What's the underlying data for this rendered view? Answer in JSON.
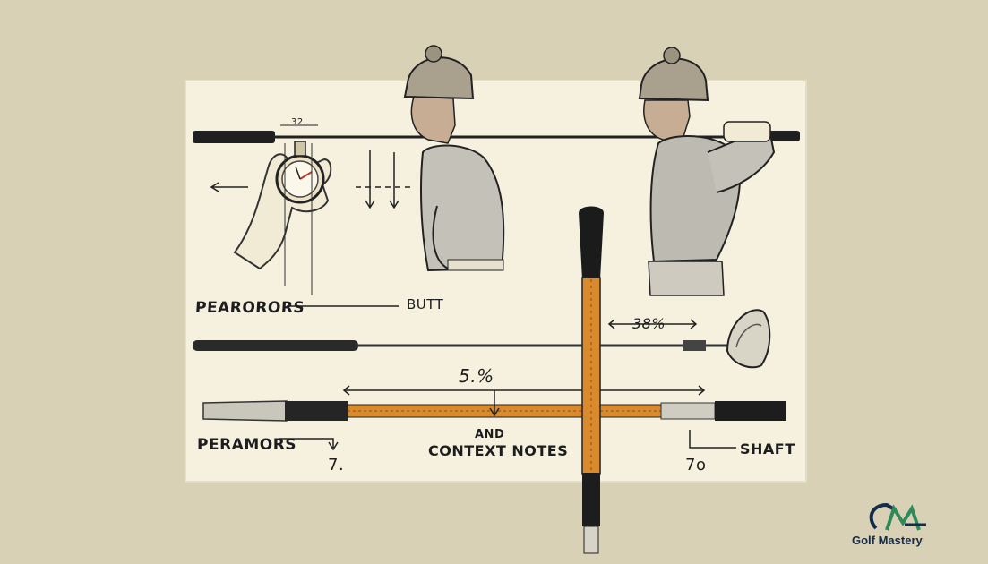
{
  "labels": {
    "top_left": "PEARORORS",
    "top_right": "BUTT",
    "gauge_measure": "32",
    "grip_measure": "38%",
    "shaft_measure": "5.%",
    "bottom_left": "PERAMORS",
    "center_line1": "AND",
    "center_line2": "CONTEXT NOTES",
    "bottom_right": "SHAFT",
    "left_number": "7.",
    "right_number": "7o"
  },
  "logo": {
    "text": "Golf Mastery",
    "letters": "GM"
  },
  "colors": {
    "background": "#d8d1b6",
    "paper": "#f5f1de",
    "ink": "#1d1d1d",
    "ruler": "#d98a2c",
    "logo_dark": "#152b4a",
    "logo_green": "#2f8a5a"
  }
}
